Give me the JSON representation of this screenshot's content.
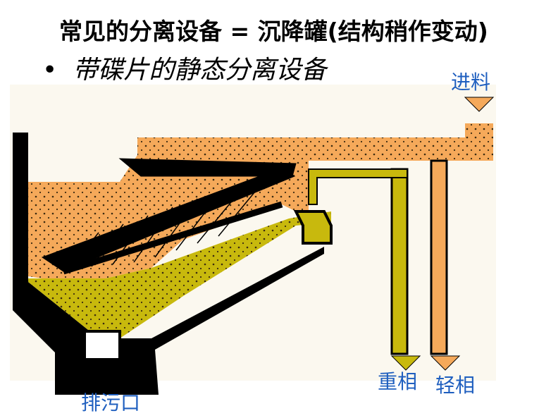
{
  "title": "常见的分离设备 = 沉降罐(结构稍作变动)",
  "subtitle": "带碟片的静态分离设备",
  "labels": {
    "feed": "进料",
    "heavy_phase": "重相",
    "light_phase": "轻相",
    "sludge_outlet": "排污口"
  },
  "colors": {
    "light_phase": "#f5a95a",
    "heavy_phase": "#c8b90d",
    "vessel_wall": "#000000",
    "label_text": "#1f5fbf"
  },
  "icons": {
    "bullet": "•"
  }
}
